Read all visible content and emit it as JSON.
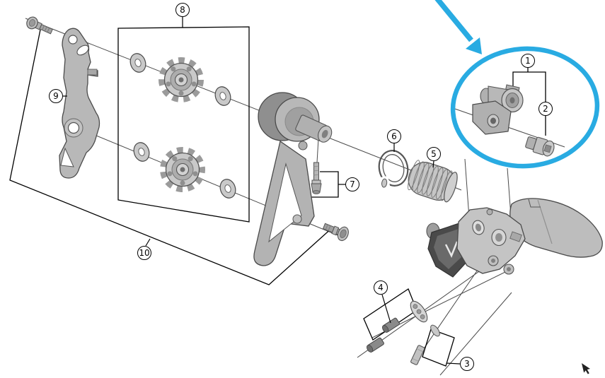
{
  "diagram": {
    "callouts": [
      {
        "number": "1"
      },
      {
        "number": "2"
      },
      {
        "number": "3"
      },
      {
        "number": "4"
      },
      {
        "number": "5"
      },
      {
        "number": "6"
      },
      {
        "number": "7"
      },
      {
        "number": "8"
      },
      {
        "number": "9"
      },
      {
        "number": "10"
      }
    ],
    "colors": {
      "highlight": "#29ABE2",
      "outline": "#000000",
      "part_gray": "#bdbdbd",
      "background": "#ffffff"
    },
    "icons": {
      "cursor": "mouse-pointer-arrow"
    }
  }
}
